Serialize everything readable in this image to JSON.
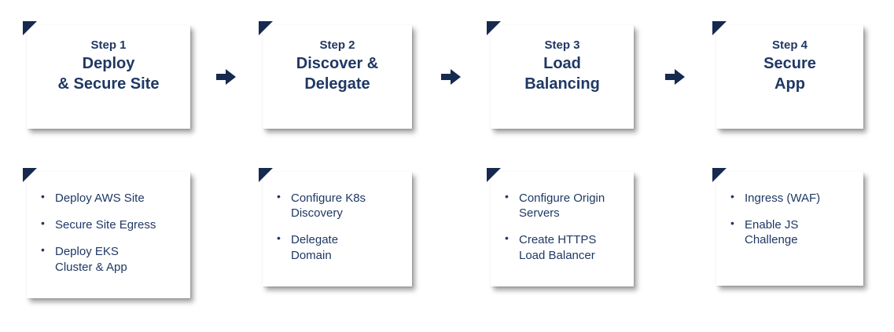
{
  "colors": {
    "accent": "#16294F",
    "text": "#1F3864",
    "card_background": "#FFFFFF"
  },
  "steps": [
    {
      "label": "Step 1",
      "title": "Deploy\n& Secure Site",
      "bullets": [
        "Deploy AWS Site",
        "Secure Site Egress",
        "Deploy EKS\nCluster & App"
      ]
    },
    {
      "label": "Step 2",
      "title": "Discover &\nDelegate",
      "bullets": [
        "Configure K8s\nDiscovery",
        "Delegate\nDomain"
      ]
    },
    {
      "label": "Step 3",
      "title": "Load\nBalancing",
      "bullets": [
        "Configure Origin\nServers",
        "Create HTTPS\nLoad Balancer"
      ]
    },
    {
      "label": "Step 4",
      "title": "Secure\nApp",
      "bullets": [
        "Ingress (WAF)",
        "Enable JS\nChallenge"
      ]
    }
  ]
}
